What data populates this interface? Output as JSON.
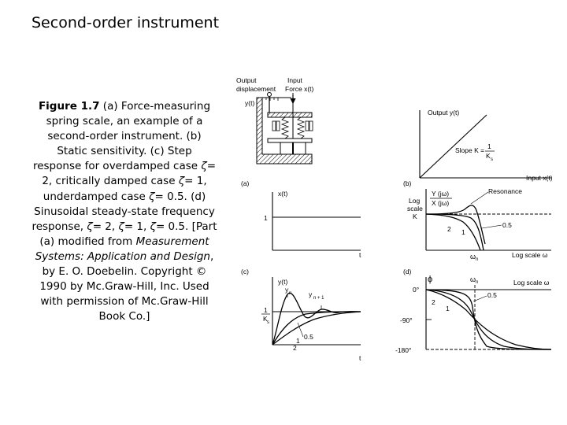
{
  "title": "Second-order instrument",
  "caption": {
    "parts": [
      {
        "text": "Figure 1.7",
        "bold": true
      },
      {
        "text": "  (a) Force-measuring spring scale, an example of a second-order instrument. (b) Static sensitivity. (c) Step response for overdamped case "
      },
      {
        "text": "ζ",
        "italic": true
      },
      {
        "text": "= 2, critically damped case "
      },
      {
        "text": "ζ",
        "italic": true
      },
      {
        "text": "= 1, underdamped case "
      },
      {
        "text": "ζ",
        "italic": true
      },
      {
        "text": "= 0.5. (d) Sinusoidal steady-state frequency response, "
      },
      {
        "text": "ζ",
        "italic": true
      },
      {
        "text": "= 2, "
      },
      {
        "text": "ζ",
        "italic": true
      },
      {
        "text": "= 1, "
      },
      {
        "text": "ζ",
        "italic": true
      },
      {
        "text": "= 0.5.  [Part (a) modified from "
      },
      {
        "text": "Measurement Systems: Application and Design",
        "italic": true
      },
      {
        "text": ", by E. O. Doebelin. Copyright © 1990 by Mc.Graw-Hill, Inc. Used with permission of Mc.Graw-Hill Book Co.]"
      }
    ]
  },
  "panel_a": {
    "label": "(a)",
    "output_label_1": "Output",
    "output_label_2": "displacement",
    "input_label_1": "Input",
    "input_label_2": "Force x(t)",
    "y_label": "y(t)"
  },
  "panel_b": {
    "label": "(b)",
    "y_label": "Output y(t)",
    "x_label": "Input x(t)",
    "slope_label": "Slope K =",
    "slope_num": "1",
    "slope_den": "K",
    "slope_den_sub": "s"
  },
  "panel_c": {
    "label": "(c)",
    "x_label": "x(t)",
    "x_level": "1",
    "t_axis_top": "t",
    "y_label": "y(t)",
    "y_sub": "y",
    "y_sub_sub": "n",
    "y_n1": "y",
    "y_n1_sub": "n + 1",
    "level_num": "1",
    "level_den": "K",
    "level_den_sub": "s",
    "zeta_05": "0.5",
    "zeta_1": "1",
    "zeta_2": "2",
    "t_axis_bottom": "t"
  },
  "panel_d": {
    "label": "(d)",
    "ratio_left_1": "Log",
    "ratio_left_2": "scale",
    "ratio_left_3": "K",
    "ratio_num": "Y (jω)",
    "ratio_den": "X (jω)",
    "resonance": "Resonance",
    "mag_zeta_2": "2",
    "mag_zeta_1": "1",
    "mag_zeta_05": "0.5",
    "omega_n": "ω",
    "omega_n_sub": "n",
    "log_scale_top": "Log scale ω",
    "phi": "ϕ",
    "phase_omega": "ω",
    "phase_omega_sub": "n",
    "log_scale_bottom": "Log scale ω",
    "phase_zeta_05": "0.5",
    "phase_zeta_2": "2",
    "phase_zeta_1": "1",
    "deg_0": "0°",
    "deg_90": "-90°",
    "deg_180": "-180°"
  }
}
